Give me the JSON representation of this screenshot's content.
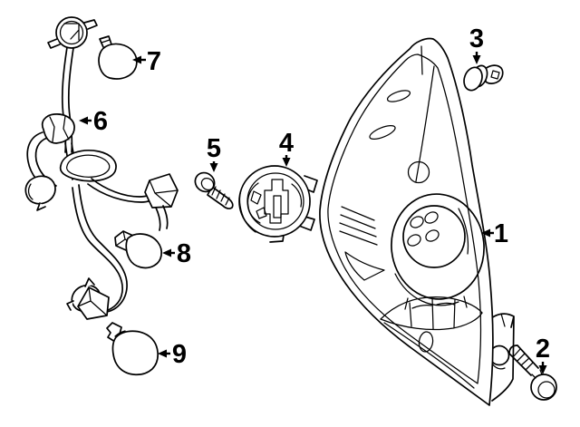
{
  "figure": {
    "kind": "exploded-parts-line-diagram",
    "subject": "rear-combination-lamp",
    "background_color": "#ffffff",
    "line_color": "#000000"
  },
  "callouts": [
    {
      "label": "1",
      "part": "tail-lamp-lens-and-body-assembly"
    },
    {
      "label": "2",
      "part": "mounting-bolt"
    },
    {
      "label": "3",
      "part": "retaining-screw-clip"
    },
    {
      "label": "4",
      "part": "bulb-socket-cover"
    },
    {
      "label": "5",
      "part": "screw"
    },
    {
      "label": "6",
      "part": "socket-and-wire-harness"
    },
    {
      "label": "7",
      "part": "bulb-round"
    },
    {
      "label": "8",
      "part": "bulb-wedge-small"
    },
    {
      "label": "9",
      "part": "bulb-wedge-large"
    }
  ]
}
